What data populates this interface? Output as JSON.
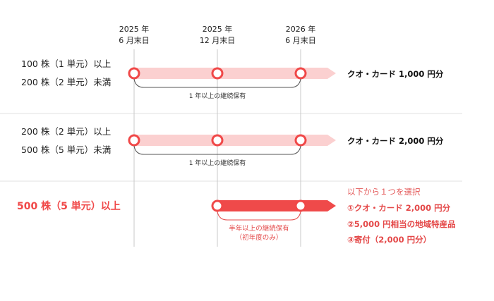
{
  "columns": [
    {
      "line1": "2025 年",
      "line2": "6 月末日"
    },
    {
      "line1": "2025 年",
      "line2": "12 月末日"
    },
    {
      "line1": "2026 年",
      "line2": "6 月末日"
    }
  ],
  "tiers": [
    {
      "label_lines": [
        "100 株（1 単元）以上",
        "200 株（2 単元）未満"
      ],
      "reward": "クオ・カード 1,000 円分",
      "bracket_label": "1 年以上の継続保有"
    },
    {
      "label_lines": [
        "200 株（2 単元）以上",
        "500 株（5 単元）未満"
      ],
      "reward": "クオ・カード 2,000 円分",
      "bracket_label": "1 年以上の継続保有"
    },
    {
      "label": "500 株（5 単元）以上",
      "bracket_label_lines": [
        "半年以上の継続保有",
        "（初年度のみ）"
      ],
      "selection_title": "以下から１つを選択",
      "selection_items": [
        "①クオ・カード 2,000 円分",
        "②5,000 円相当の地域特産品",
        "③寄付（2,000 円分）"
      ]
    }
  ],
  "colors": {
    "accent": "#f04848",
    "bar_light": "#fbd0d0",
    "bar_strong": "#ef4a4a",
    "grid": "#c8c8c8"
  }
}
